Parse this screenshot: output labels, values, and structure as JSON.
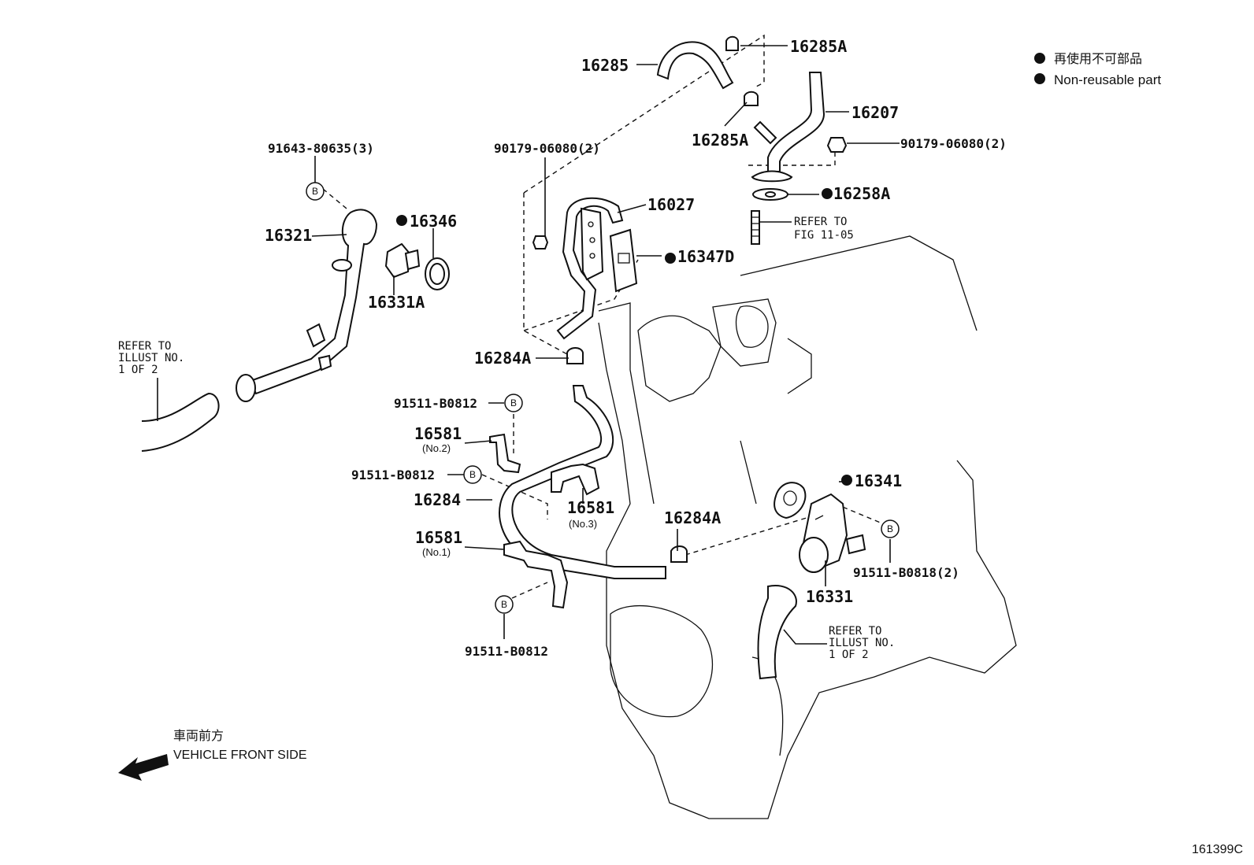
{
  "legend": {
    "line_jp": "再使用不可部品",
    "line_en": "Non-reusable part"
  },
  "direction": {
    "jp": "車両前方",
    "en": "VEHICLE FRONT SIDE"
  },
  "figure_id": "161399C",
  "bolt_marker": "B",
  "parts": {
    "p16285": "16285",
    "p16285A_top": "16285A",
    "p16285A_mid": "16285A",
    "p16207": "16207",
    "p90179_right": "90179-06080(2)",
    "p16258A": "16258A",
    "p90179_left": "90179-06080(2)",
    "p16027": "16027",
    "p16347D": "16347D",
    "p91643": "91643-80635(3)",
    "p16346": "16346",
    "p16321": "16321",
    "p16331A": "16331A",
    "p16284A_upper": "16284A",
    "p91511_a": "91511-B0812",
    "p16581_no2": "16581",
    "p16581_no2_sub": "(No.2)",
    "p91511_b": "91511-B0812",
    "p16284": "16284",
    "p16581_no3": "16581",
    "p16581_no3_sub": "(No.3)",
    "p16581_no1": "16581",
    "p16581_no1_sub": "(No.1)",
    "p91511_c": "91511-B0812",
    "p16284A_lower": "16284A",
    "p16341": "16341",
    "p91511_b0818": "91511-B0818(2)",
    "p16331": "16331"
  },
  "notes": {
    "refer_fig": [
      "REFER TO",
      "FIG 11-05"
    ],
    "refer_illust_left": [
      "REFER TO",
      "ILLUST NO.",
      "1 OF 2"
    ],
    "refer_illust_right": [
      "REFER TO",
      "ILLUST NO.",
      "1 OF 2"
    ]
  }
}
